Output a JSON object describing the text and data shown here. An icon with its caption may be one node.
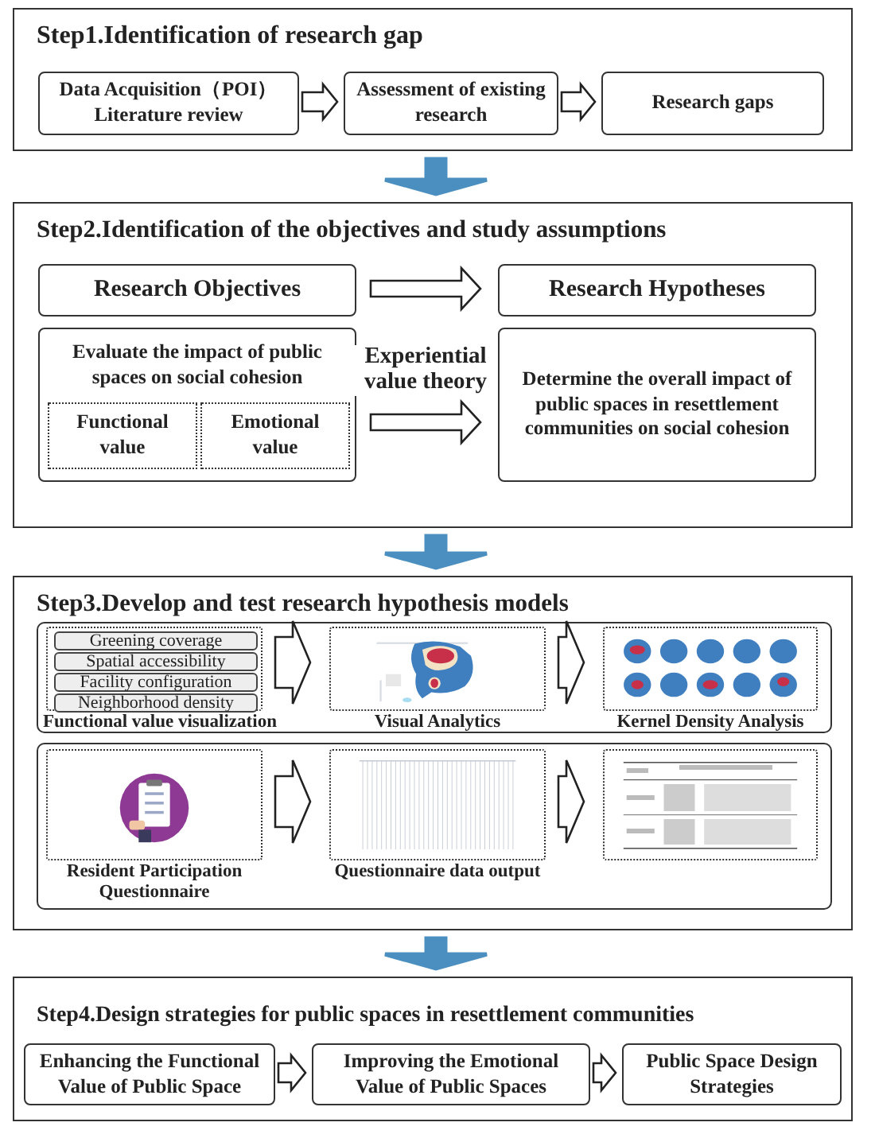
{
  "diagram": {
    "nodes": [
      {
        "text": [
          "Step1.Identification of research gap"
        ]
      },
      {
        "text": [
          "Data Acquisition（POI） Literature review"
        ],
        "in": 0
      },
      {
        "text": [
          "Assessment of existing research"
        ],
        "in": 0
      },
      {
        "text": [
          "Research gaps"
        ],
        "in": 0
      },
      {
        "text": [
          "Step2.Identification of the objectives and study assumptions"
        ]
      },
      {
        "text": [
          "Research Objectives"
        ],
        "in": 4
      },
      {
        "text": [
          "Research Hypotheses"
        ],
        "in": 4
      },
      {
        "text": [
          "Evaluate the impact of public spaces on social cohesion"
        ],
        "in": 4
      },
      {
        "text": [
          "Functional value"
        ],
        "in": 7
      },
      {
        "text": [
          "Emotional value"
        ],
        "in": 7
      },
      {
        "text": [
          "Determine the overall impact of public spaces in resettlement communities on social cohesion"
        ],
        "in": 4
      },
      {
        "text": [
          "Step3.Develop and test research hypothesis models"
        ]
      },
      {
        "text": [],
        "shape": "box",
        "in": 11
      },
      {
        "text": [
          "Functional value visualization"
        ],
        "in": 12
      },
      {
        "text": [
          "Greening coverage"
        ],
        "in": 13
      },
      {
        "text": [
          "Spatial accessibility"
        ],
        "in": 13
      },
      {
        "text": [
          "Facility configuration"
        ],
        "in": 13
      },
      {
        "text": [
          "Neighborhood density"
        ],
        "in": 13
      },
      {
        "text": [
          "Visual Analytics"
        ],
        "in": 12
      },
      {
        "text": [
          "Kernel Density Analysis"
        ],
        "in": 12
      },
      {
        "text": [],
        "shape": "box",
        "in": 11
      },
      {
        "text": [
          "Resident Participation Questionnaire"
        ],
        "in": 20
      },
      {
        "text": [
          "Questionnaire data output"
        ],
        "in": 20
      },
      {
        "text": [],
        "shape": "box",
        "in": 20
      },
      {
        "text": [
          "Step4.Design strategies for public spaces in resettlement communities"
        ]
      },
      {
        "text": [
          "Enhancing the Functional Value of Public Space"
        ],
        "in": 24
      },
      {
        "text": [
          "Improving the Emotional Value of Public Spaces"
        ],
        "in": 24
      },
      {
        "text": [
          "Public Space Design Strategies"
        ],
        "in": 24
      }
    ],
    "edges": [
      {
        "from": 1,
        "to": 2,
        "arrow": "to"
      },
      {
        "from": 2,
        "to": 3,
        "arrow": "to"
      },
      {
        "from": 0,
        "to": 4,
        "arrow": "to",
        "style": "thick",
        "color": "#4a8fbf"
      },
      {
        "from": 5,
        "to": 6,
        "arrow": "to"
      },
      {
        "from": 7,
        "to": 10,
        "arrow": "to",
        "label": "Experiential value theory"
      },
      {
        "from": 4,
        "to": 11,
        "arrow": "to",
        "style": "thick",
        "color": "#4a8fbf"
      },
      {
        "from": 13,
        "to": 18,
        "arrow": "to"
      },
      {
        "from": 18,
        "to": 19,
        "arrow": "to"
      },
      {
        "from": 21,
        "to": 22,
        "arrow": "to"
      },
      {
        "from": 22,
        "to": 23,
        "arrow": "to"
      },
      {
        "from": 11,
        "to": 24,
        "arrow": "to",
        "style": "thick",
        "color": "#4a8fbf"
      },
      {
        "from": 25,
        "to": 26,
        "arrow": "to"
      },
      {
        "from": 26,
        "to": 27,
        "arrow": "to"
      }
    ]
  }
}
